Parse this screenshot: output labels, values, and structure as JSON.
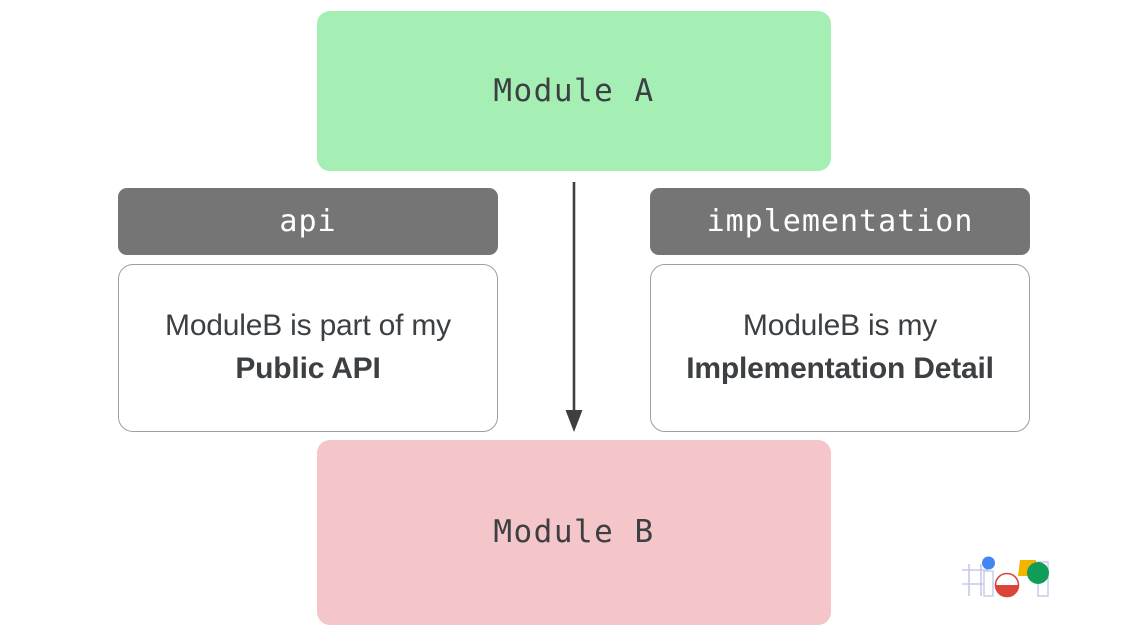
{
  "diagram": {
    "title": "Gradle module dependency configurations",
    "background_color": "#ffffff",
    "module_a": {
      "label": "Module A",
      "color": "#a5efb5"
    },
    "module_b": {
      "label": "Module B",
      "color": "#f5c6c9"
    },
    "arrow": {
      "name": "dependency-arrow",
      "direction": "down",
      "color": "#3c4043",
      "from": "Module A",
      "to": "Module B"
    },
    "columns": [
      {
        "chip_label": "api",
        "chip_color": "#757575",
        "description_regular": "ModuleB is part of my",
        "description_bold": "Public API"
      },
      {
        "chip_label": "implementation",
        "chip_color": "#757575",
        "description_regular": "ModuleB is my",
        "description_bold": "Implementation Detail"
      }
    ],
    "logo": {
      "name": "google-io-logo",
      "alt_text": "#io",
      "colors": {
        "blue": "#4285f4",
        "red": "#db4437",
        "yellow": "#f4b400",
        "green": "#0f9d58",
        "grid": "#c5cae9"
      }
    }
  }
}
